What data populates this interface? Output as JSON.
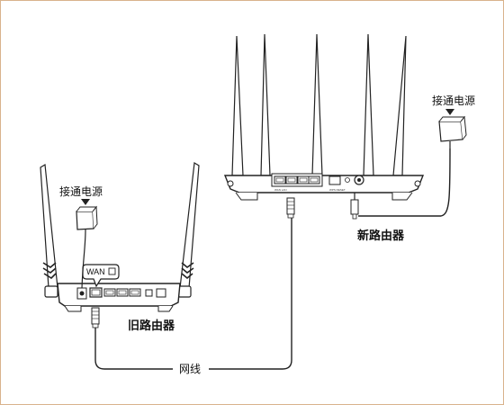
{
  "labels": {
    "power_top": "接通电源",
    "power_left": "接通电源",
    "new_router": "新路由器",
    "old_router": "旧路由器",
    "wan_port": "WAN",
    "cable": "网线"
  },
  "colors": {
    "stroke": "#222222",
    "frame_border": "#d9b38c",
    "background": "#ffffff"
  }
}
